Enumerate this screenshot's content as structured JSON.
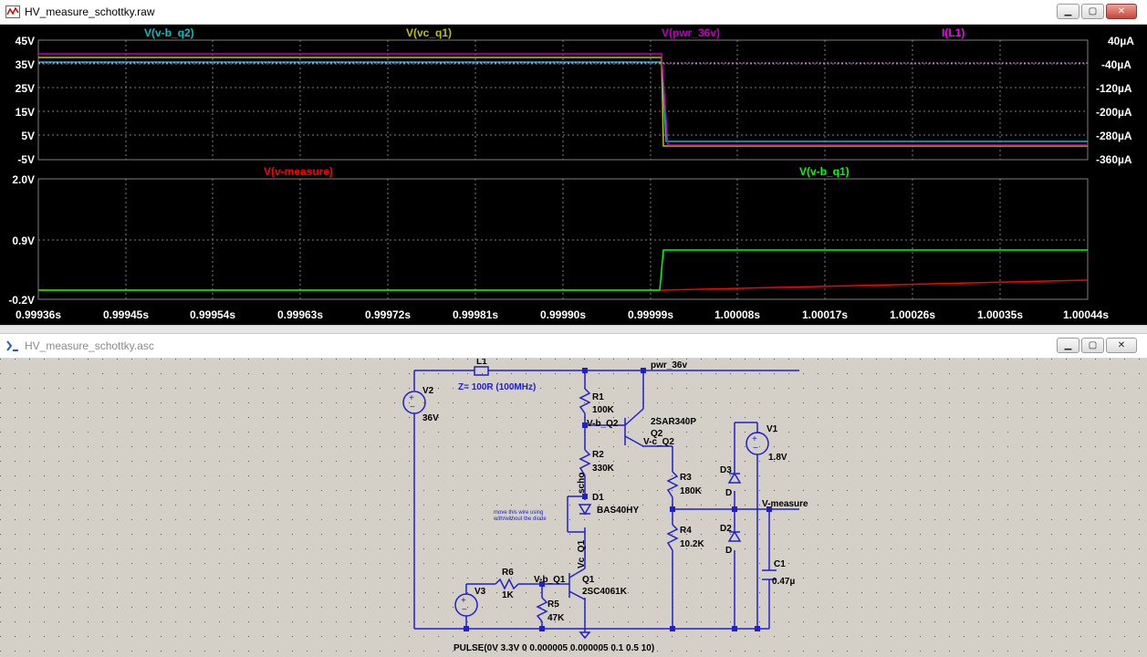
{
  "waveform_window": {
    "title": "HV_measure_schottky.raw",
    "traces_top": [
      "V(v-b_q2)",
      "V(vc_q1)",
      "V(pwr_36v)",
      "I(L1)"
    ],
    "traces_bottom": [
      "V(v-measure)",
      "V(v-b_q1)"
    ],
    "top_left_ticks": [
      "45V",
      "35V",
      "25V",
      "15V",
      "5V",
      "-5V"
    ],
    "top_right_ticks": [
      "40µA",
      "-40µA",
      "-120µA",
      "-200µA",
      "-280µA",
      "-360µA"
    ],
    "bottom_ticks": [
      "2.0V",
      "0.9V",
      "-0.2V"
    ],
    "x_ticks": [
      "0.99936s",
      "0.99945s",
      "0.99954s",
      "0.99963s",
      "0.99972s",
      "0.99981s",
      "0.99990s",
      "0.99999s",
      "1.00008s",
      "1.00017s",
      "1.00026s",
      "1.00035s",
      "1.00044s"
    ],
    "colors": {
      "v_b_q2": "#00c0c0",
      "vc_q1": "#c0c000",
      "pwr_36v": "#c000c0",
      "i_l1": "#ff00ff",
      "v_measure": "#ff0000",
      "v_b_q1": "#00ff00",
      "grid": "#808080"
    }
  },
  "schematic_window": {
    "title": "HV_measure_schottky.asc",
    "labels": {
      "L1": "L1",
      "L1_value": "Z= 100R (100MHz)",
      "pwr_net": "pwr_36v",
      "V2": "V2",
      "V2_value": "36V",
      "R1": "R1",
      "R1_value": "100K",
      "net_vb_q2": "V-b_Q2",
      "Q2_type": "2SAR340P",
      "Q2": "Q2",
      "net_vc_q2": "V-c_Q2",
      "R2": "R2",
      "R2_value": "330K",
      "net_scho": "scho",
      "D1": "D1",
      "D1_value": "BAS40HY",
      "note_line1": "move this wire using",
      "note_line2": "with/without the diode",
      "R3": "R3",
      "R3_value": "180K",
      "R4": "R4",
      "R4_value": "10.2K",
      "V1": "V1",
      "V1_value": "1.8V",
      "D3": "D3",
      "D3_value": "D",
      "D2": "D2",
      "D2_value": "D",
      "net_vmeasure": "V-measure",
      "C1": "C1",
      "C1_value": "0.47µ",
      "net_vc_q1": "Vc_Q1",
      "R6": "R6",
      "R6_value": "1K",
      "V3": "V3",
      "net_vb_q1": "V-b_Q1",
      "Q1": "Q1",
      "Q1_type": "2SC4061K",
      "R5": "R5",
      "R5_value": "47K",
      "pulse": "PULSE(0V 3.3V 0 0.000005 0.000005 0.1 0.5 10)"
    }
  }
}
